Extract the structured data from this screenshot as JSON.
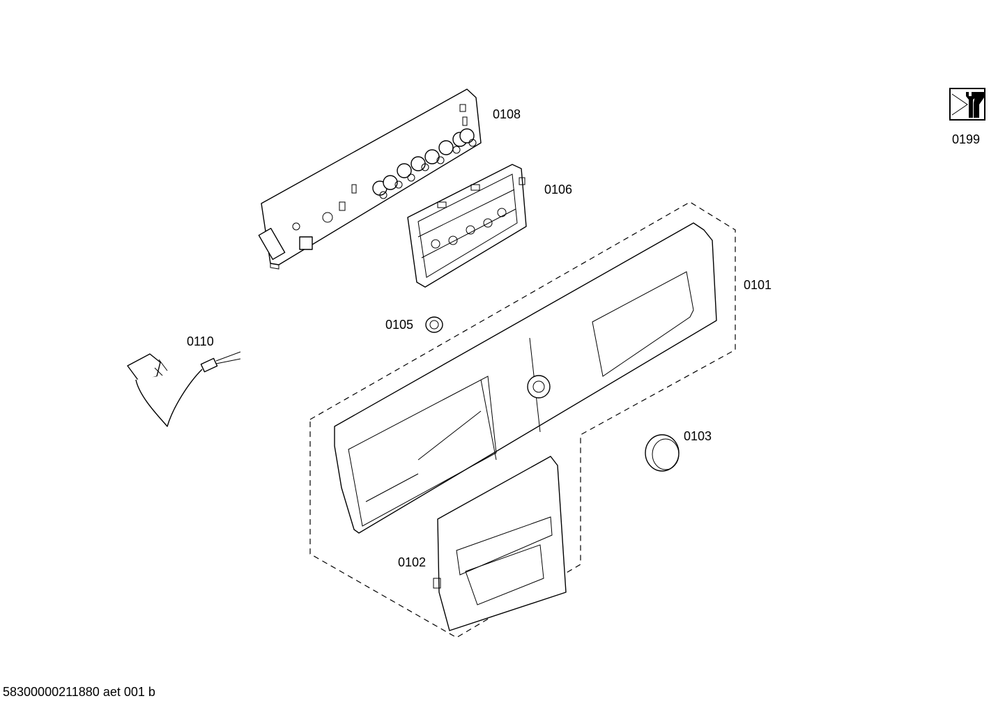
{
  "diagram": {
    "footer_code": "58300000211880 aet 001 b",
    "parts": [
      {
        "id": "part-0108",
        "label": "0108"
      },
      {
        "id": "part-0106",
        "label": "0106"
      },
      {
        "id": "part-0101",
        "label": "0101"
      },
      {
        "id": "part-0105",
        "label": "0105"
      },
      {
        "id": "part-0110",
        "label": "0110"
      },
      {
        "id": "part-0103",
        "label": "0103"
      },
      {
        "id": "part-0102",
        "label": "0102"
      },
      {
        "id": "part-0199",
        "label": "0199"
      }
    ],
    "service_icon": "wrench-service-icon"
  }
}
